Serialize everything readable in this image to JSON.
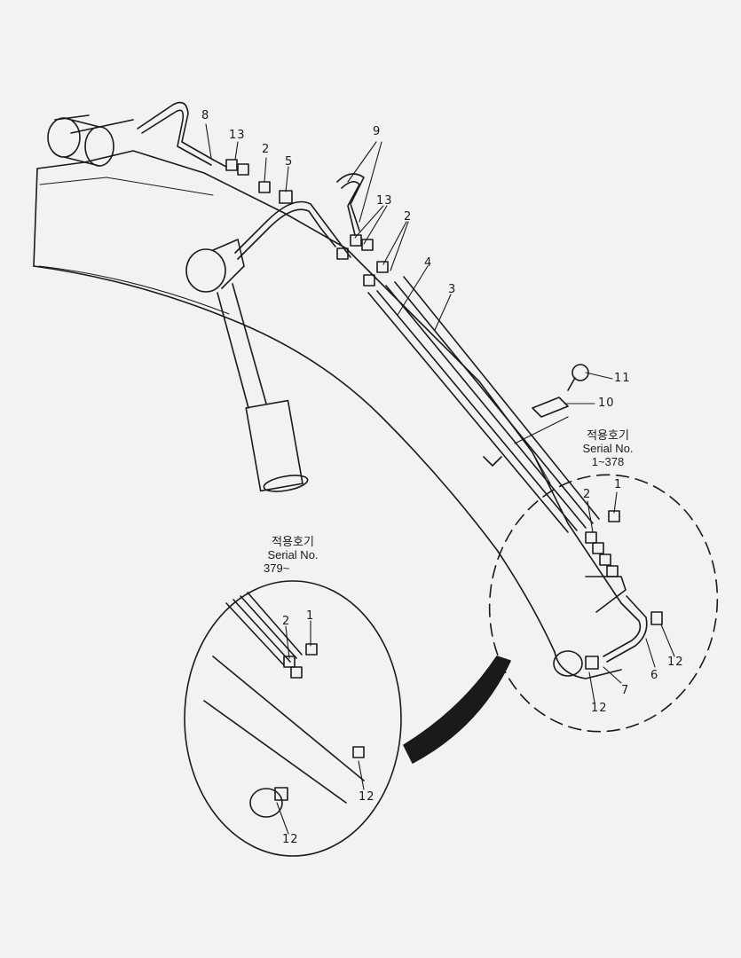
{
  "callouts": {
    "c8": "8",
    "c13a": "13",
    "c2a": "2",
    "c5": "5",
    "c9": "9",
    "c13b": "13",
    "c2b": "2",
    "c4": "4",
    "c3": "3",
    "c11": "11",
    "c10": "10",
    "c2c": "2",
    "c1a": "1",
    "c12a": "12",
    "c6": "6",
    "c7": "7",
    "c12b": "12",
    "c2d": "2",
    "c1b": "1",
    "c12c": "12",
    "c12d": "12"
  },
  "notes": {
    "right_top": {
      "korean": "적용호기",
      "serial_label": "Serial No.",
      "range": "1~378"
    },
    "left_bottom": {
      "korean": "적용호기",
      "serial_label": "Serial No.",
      "range": "379~"
    }
  },
  "colors": {
    "line": "#1a1a1a",
    "paper": "#f2f2f2"
  }
}
